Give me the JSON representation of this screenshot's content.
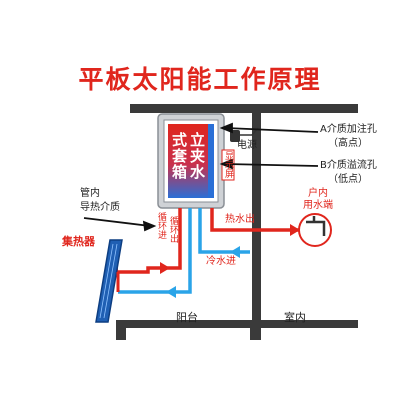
{
  "title": "平板太阳能工作原理",
  "tank": {
    "line1": "立夹水",
    "line2": "式套箱"
  },
  "labels": {
    "power": "电源",
    "display": "显示屏",
    "inlet_a": "A介质加注孔",
    "inlet_a_sub": "（高点）",
    "inlet_b": "B介质溢流孔",
    "inlet_b_sub": "（低点）",
    "pipe_medium_1": "管内",
    "pipe_medium_2": "导热介质",
    "circulation_in": "循环进",
    "circulation_out": "循环出",
    "hot_water_out": "热水出",
    "cold_water_in": "冷水进",
    "household_1": "户内",
    "household_2": "用水端",
    "collector": "集热器",
    "balcony": "阳台",
    "indoor": "室内"
  },
  "colors": {
    "title": "#e0261d",
    "hot": "#e0261d",
    "cold": "#2aa4e8",
    "wall": "#3a3a3a",
    "collector": "#1f5fb3"
  }
}
